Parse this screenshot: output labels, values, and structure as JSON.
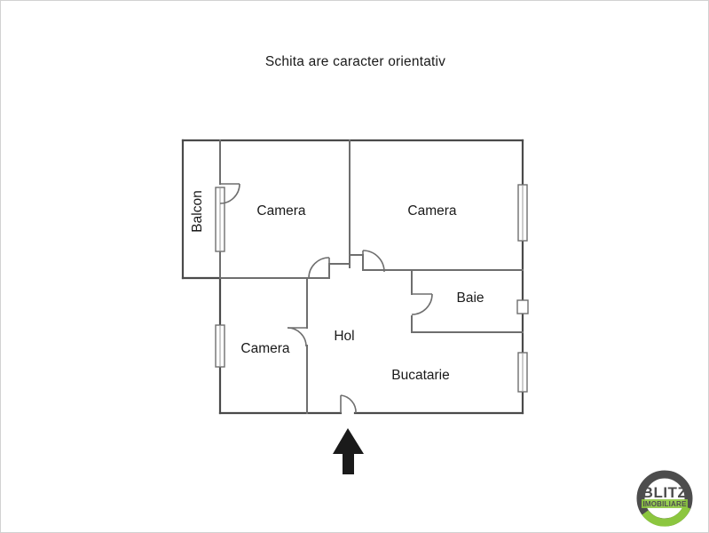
{
  "page": {
    "title": "Schita are caracter orientativ",
    "background_color": "#ffffff",
    "border_color": "#d2d2d2",
    "wall_color": "#4a4a4a",
    "text_color": "#1a1a1a"
  },
  "floorplan": {
    "rooms": [
      {
        "key": "balcon",
        "label": "Balcon",
        "orientation": "vertical"
      },
      {
        "key": "camera_1",
        "label": "Camera",
        "orientation": "horizontal"
      },
      {
        "key": "camera_2",
        "label": "Camera",
        "orientation": "horizontal"
      },
      {
        "key": "camera_3",
        "label": "Camera",
        "orientation": "horizontal"
      },
      {
        "key": "hol",
        "label": "Hol",
        "orientation": "horizontal"
      },
      {
        "key": "baie",
        "label": "Baie",
        "orientation": "horizontal"
      },
      {
        "key": "bucatarie",
        "label": "Bucatarie",
        "orientation": "horizontal"
      }
    ],
    "features": {
      "windows": 5,
      "doors": 6,
      "entrance_marker": "up-arrow"
    }
  },
  "logo": {
    "brand": "BLITZ",
    "subtitle": "IMOBILIARE",
    "ring_color": "#4d4d4d",
    "accent_color": "#8cc63f",
    "text_color": "#4d4d4d"
  }
}
